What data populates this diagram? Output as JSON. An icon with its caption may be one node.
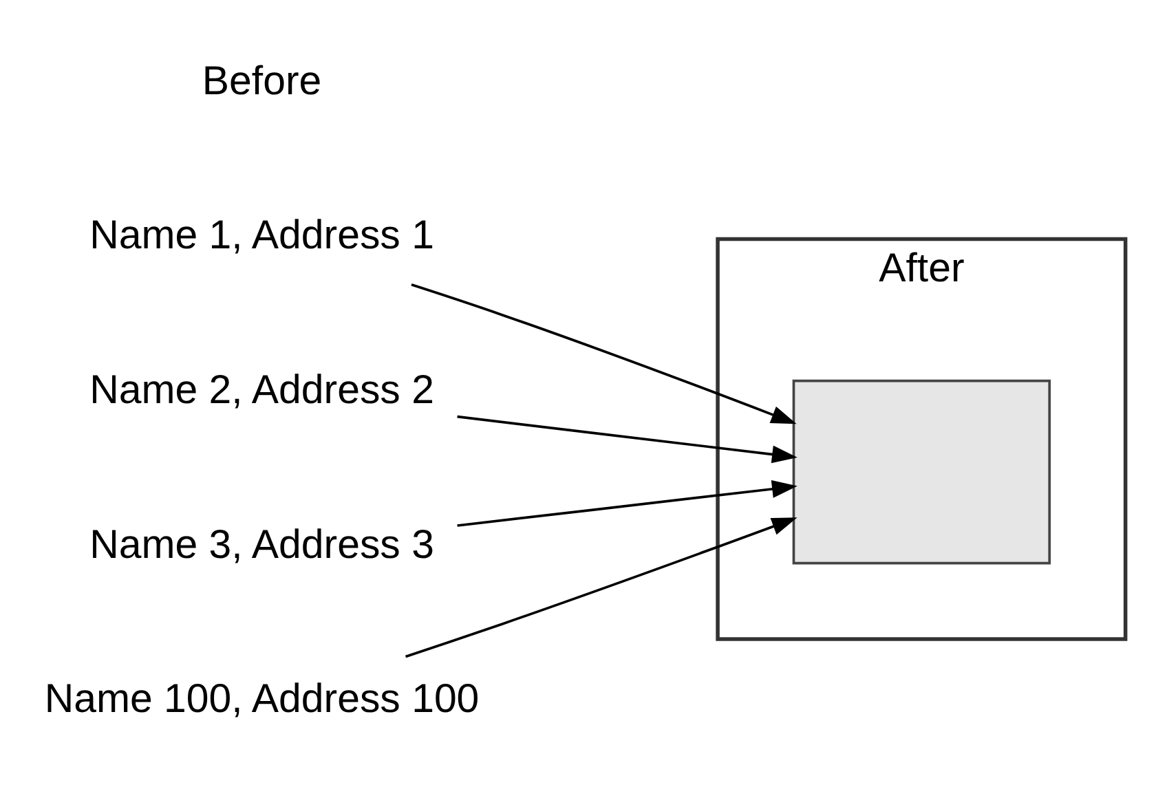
{
  "diagram": {
    "nodes": [
      {
        "text": [
          "Name 1, Address 1"
        ]
      },
      {
        "text": [
          "Name 2, Address 2"
        ]
      },
      {
        "text": [
          "Name 3, Address 3"
        ]
      },
      {
        "text": [
          "Name 100, Address 100"
        ]
      },
      {
        "text": [
          "After"
        ]
      },
      {
        "text": [],
        "shape": "box",
        "in": 4
      }
    ],
    "edges": [
      {
        "from": 0,
        "to": 5,
        "arrow": "to"
      },
      {
        "from": 1,
        "to": 5,
        "arrow": "to"
      },
      {
        "from": 2,
        "to": 5,
        "arrow": "to"
      },
      {
        "from": 3,
        "to": 5,
        "arrow": "to"
      }
    ],
    "labels": [
      "Before"
    ]
  }
}
